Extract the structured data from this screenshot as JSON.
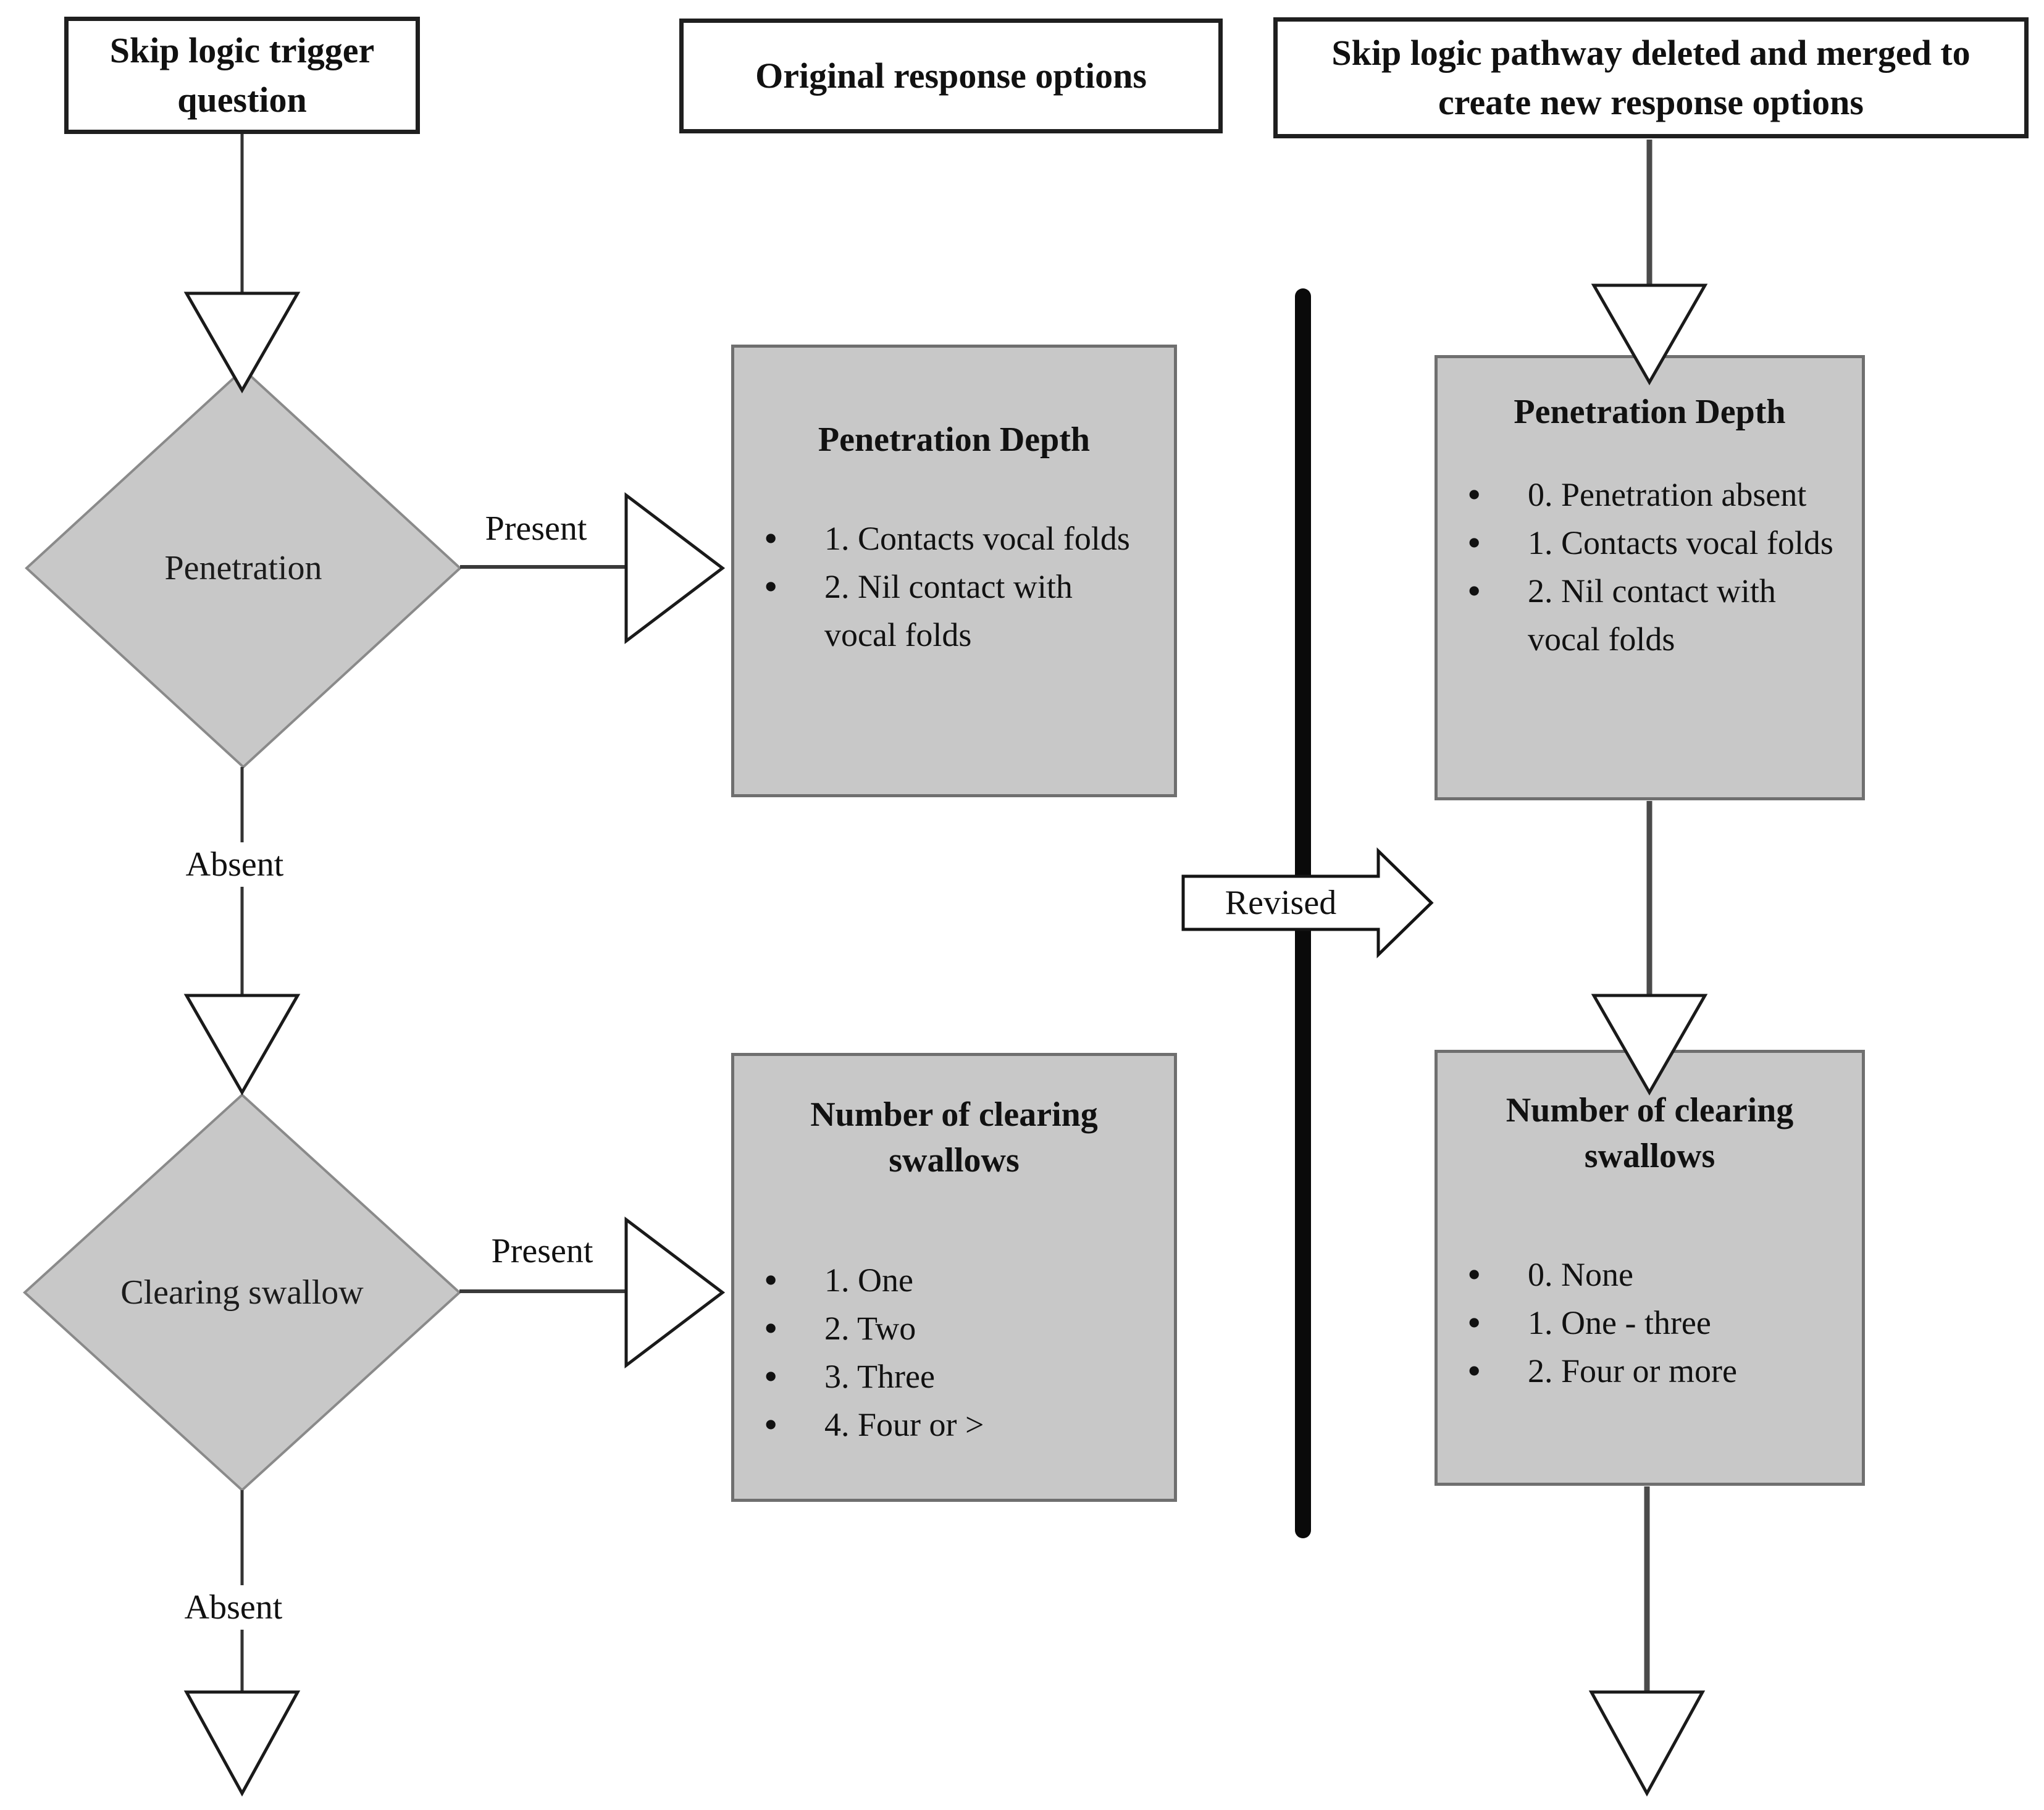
{
  "headers": {
    "left": "Skip logic trigger question",
    "middle": "Original response options",
    "right": "Skip logic pathway deleted and merged to create new response options"
  },
  "labels": {
    "present": "Present",
    "absent": "Absent",
    "revised": "Revised"
  },
  "decisions": {
    "first": "Penetration",
    "second": "Clearing swallow"
  },
  "original_options": [
    {
      "title": "Penetration Depth",
      "items": [
        "1. Contacts vocal folds",
        "2. Nil contact with vocal folds"
      ]
    },
    {
      "title": "Number of clearing swallows",
      "items": [
        "1. One",
        "2. Two",
        "3. Three",
        "4. Four or >"
      ]
    }
  ],
  "revised_options": [
    {
      "title": "Penetration Depth",
      "items": [
        "0. Penetration absent",
        "1. Contacts vocal folds",
        "2. Nil contact with vocal folds"
      ]
    },
    {
      "title": "Number of clearing swallows",
      "items": [
        "0. None",
        "1. One - three",
        "2. Four or more"
      ]
    }
  ],
  "colors": {
    "box_fill": "#c8c8c8",
    "box_border": "#6f6f6f",
    "divider": "#0a0a0a",
    "outline": "#1a1a1a"
  }
}
